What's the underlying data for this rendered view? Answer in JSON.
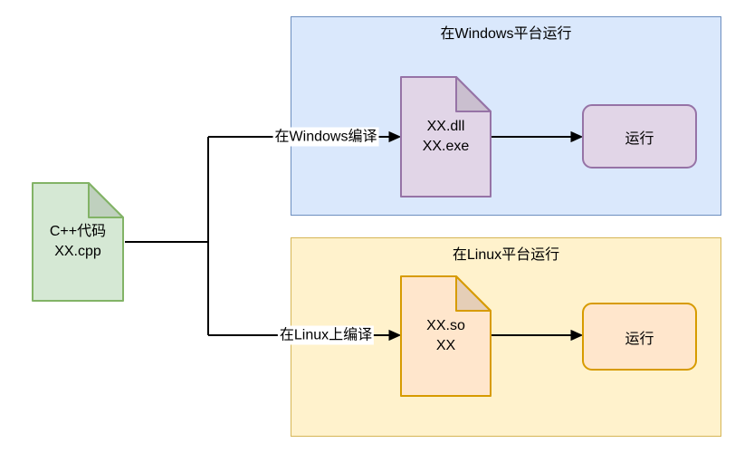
{
  "colors": {
    "green_fill": "#d5e8d4",
    "green_stroke": "#82b366",
    "blue_fill": "#dae8fc",
    "blue_stroke": "#6c8ebf",
    "purple_fill": "#e1d5e7",
    "purple_stroke": "#9673a6",
    "yellow_fill": "#fff2cc",
    "yellow_stroke": "#d6b656",
    "orange_fill": "#ffe6cc",
    "orange_stroke": "#d79b00",
    "edge_color": "#000000",
    "text_color": "#000000"
  },
  "diagram": {
    "source": {
      "line1": "C++代码",
      "line2": "XX.cpp"
    },
    "windows": {
      "container_title": "在Windows平台运行",
      "edge_label": "在Windows编译",
      "artifact_line1": "XX.dll",
      "artifact_line2": "XX.exe",
      "run_label": "运行"
    },
    "linux": {
      "container_title": "在Linux平台运行",
      "edge_label": "在Linux上编译",
      "artifact_line1": "XX.so",
      "artifact_line2": "XX",
      "run_label": "运行"
    }
  }
}
